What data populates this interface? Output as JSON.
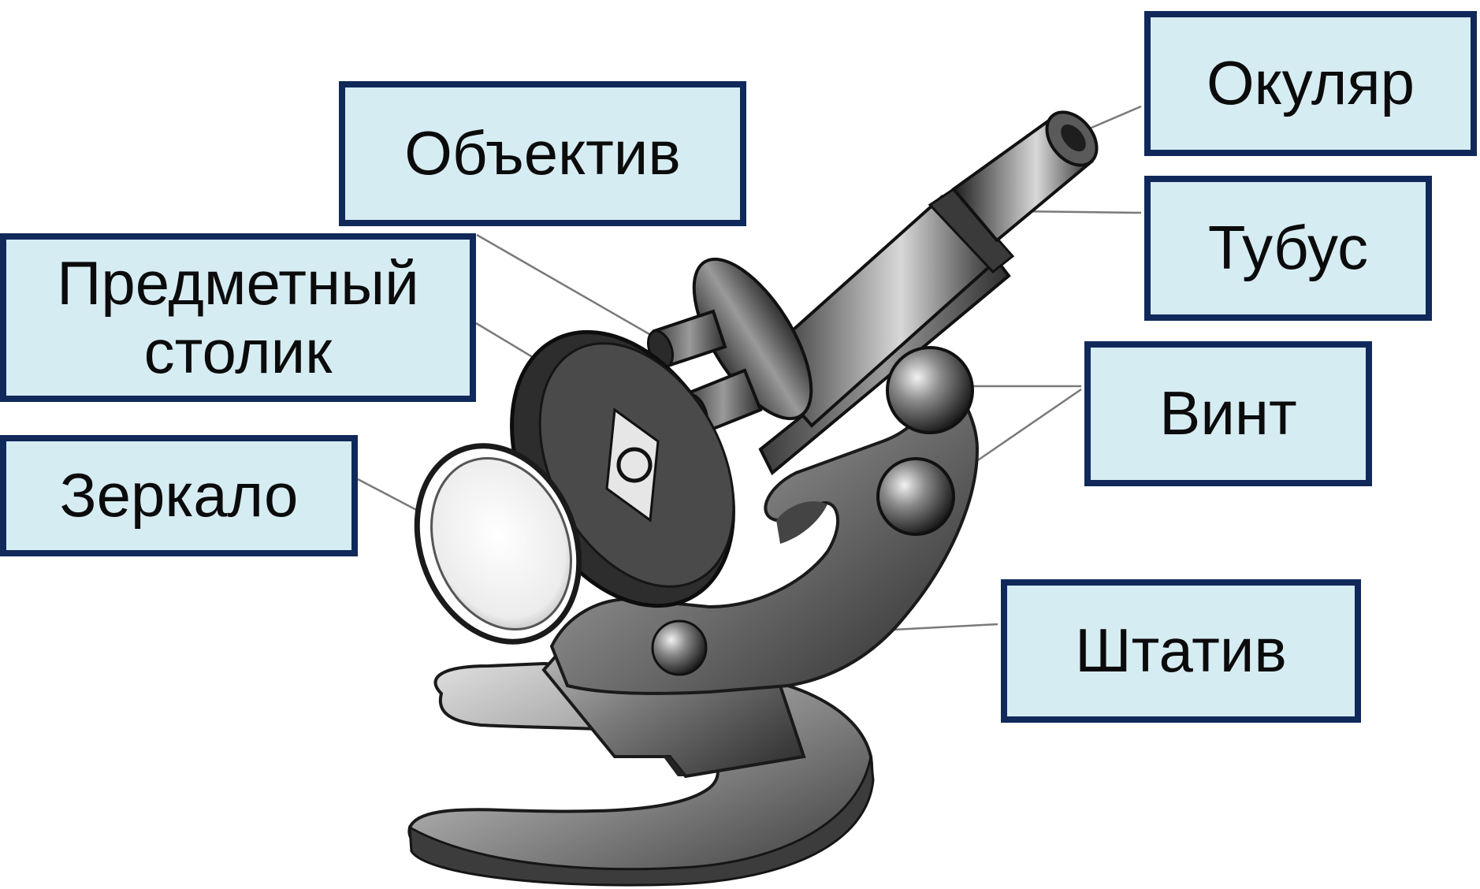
{
  "labels": {
    "okulyar": "Окуляр",
    "obektiv": "Объектив",
    "tubus": "Тубус",
    "stolik": "Предметный\nстолик",
    "vint": "Винт",
    "zerkalo": "Зеркало",
    "shtativ": "Штатив"
  },
  "colors": {
    "box_fill": "#d6ecf3",
    "box_border": "#10295a",
    "text": "#0b0b0b",
    "leader_line": "#7a7a7a"
  }
}
